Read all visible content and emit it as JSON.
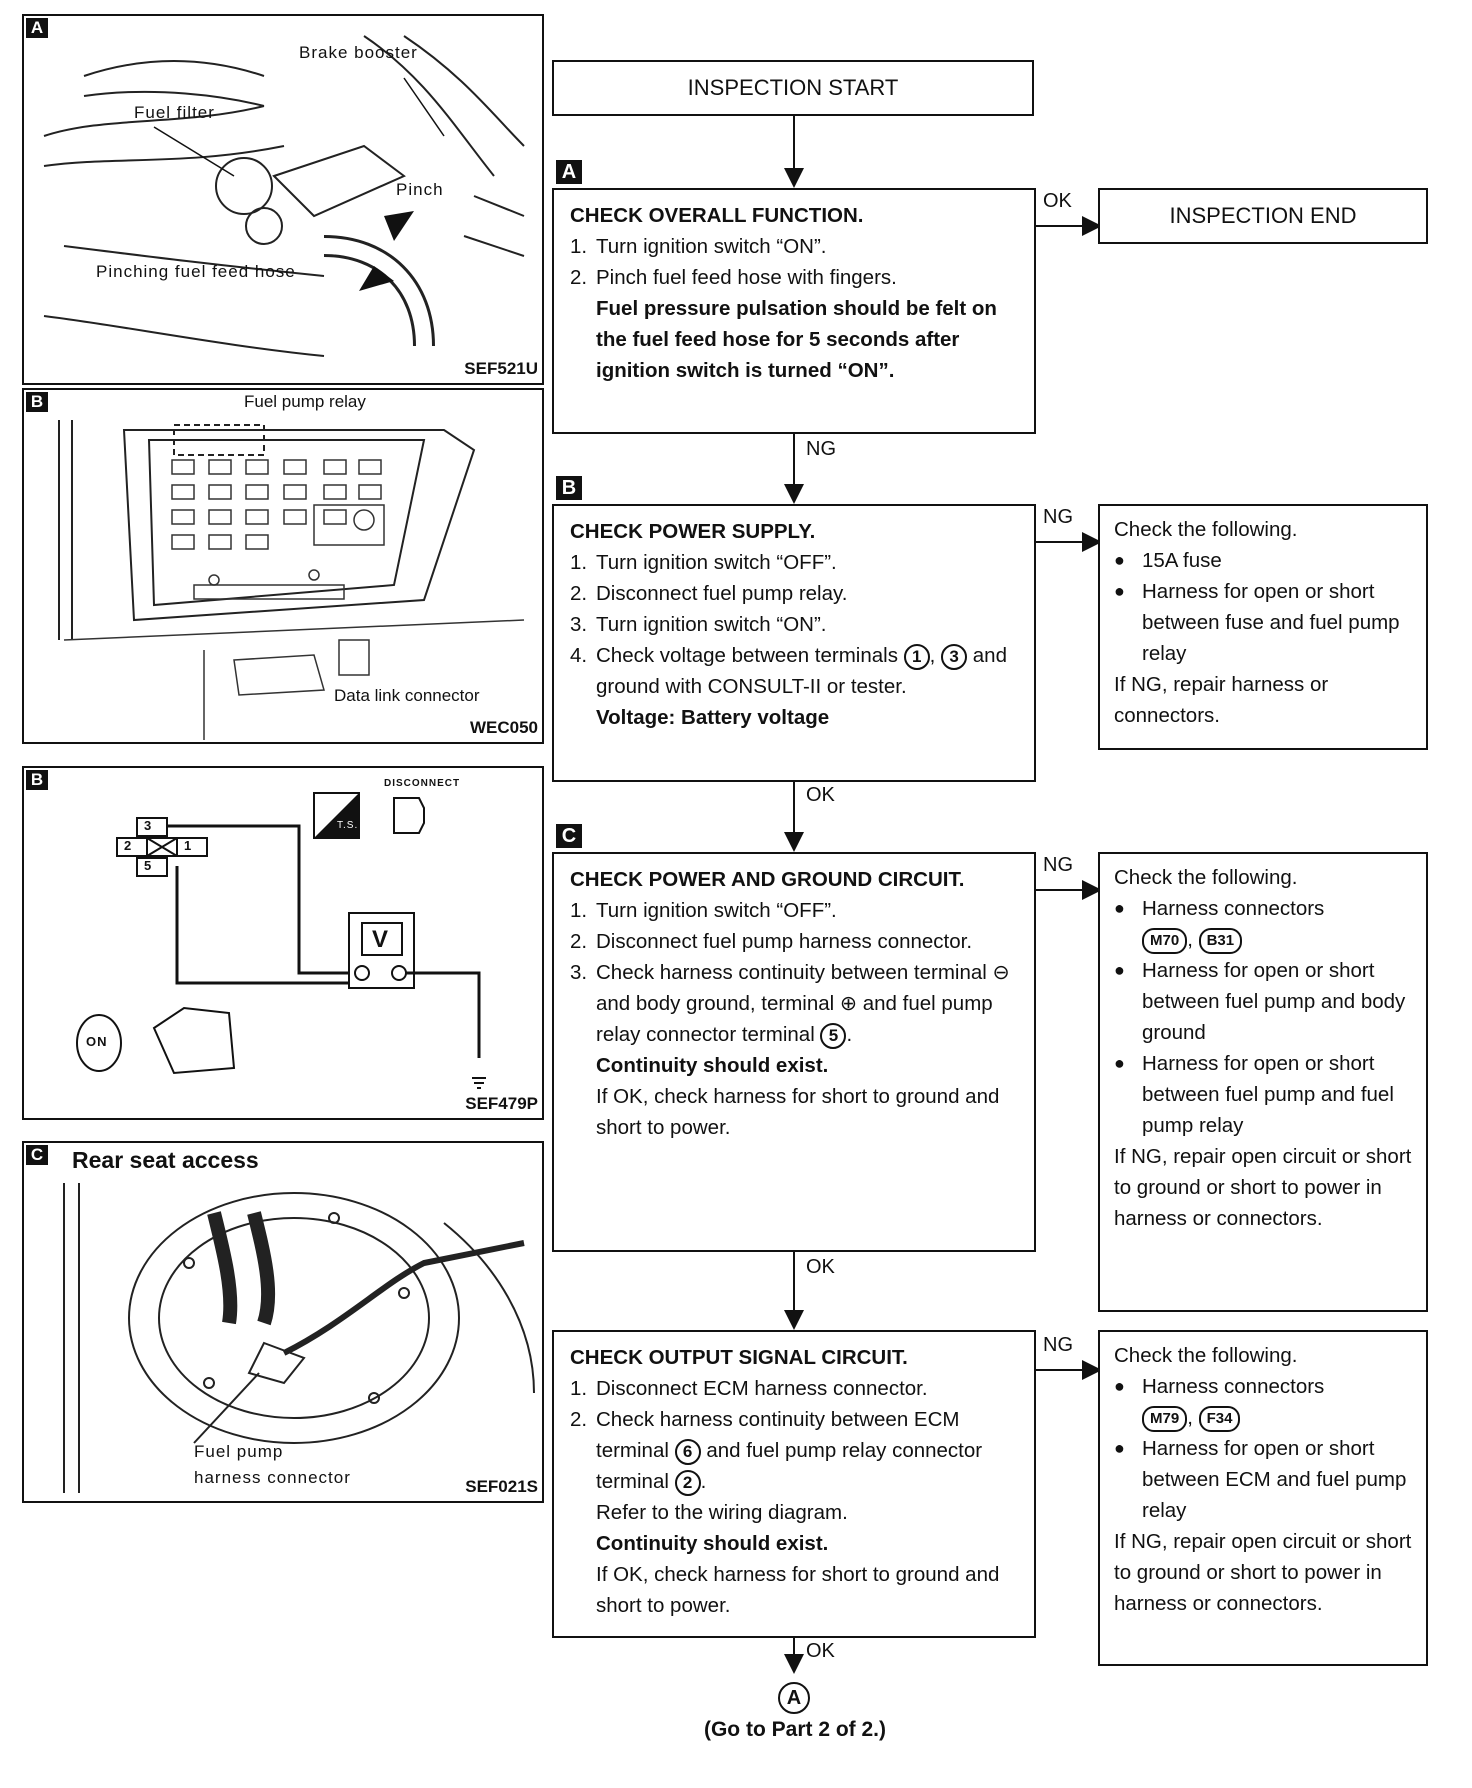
{
  "figures": [
    {
      "badge": "A",
      "labels": {
        "brake_booster": "Brake booster",
        "fuel_filter": "Fuel filter",
        "pinch": "Pinch",
        "pinching": "Pinching fuel feed hose"
      },
      "code": "SEF521U"
    },
    {
      "badge": "B",
      "labels": {
        "relay": "Fuel pump relay",
        "dlc": "Data link connector"
      },
      "code": "WEC050"
    },
    {
      "badge": "B",
      "labels": {
        "t3": "3",
        "t2": "2",
        "t1": "1",
        "t5": "5",
        "meter": "V",
        "disconnect": "DISCONNECT",
        "ts": "T.S.",
        "on": "ON"
      },
      "code": "SEF479P"
    },
    {
      "badge": "C",
      "title": "Rear seat access",
      "labels": {
        "connector": "Fuel pump\nharness connector"
      },
      "code": "SEF021S"
    }
  ],
  "start": "INSPECTION START",
  "end": "INSPECTION END",
  "step_a": {
    "badge": "A",
    "title": "CHECK OVERALL FUNCTION.",
    "s1": "Turn ignition switch “ON”.",
    "s2": "Pinch fuel feed hose with fingers.",
    "bold": "Fuel pressure pulsation should be felt on the fuel feed hose for 5 seconds after ignition switch is turned “ON”."
  },
  "step_b": {
    "badge": "B",
    "title": "CHECK POWER SUPPLY.",
    "s1": "Turn ignition switch “OFF”.",
    "s2": "Disconnect fuel pump relay.",
    "s3": "Turn ignition switch “ON”.",
    "s4a": "Check voltage between terminals",
    "s4b": "and ground with CONSULT-II or tester.",
    "t1": "1",
    "t3": "3",
    "bold": "Voltage: Battery voltage"
  },
  "step_c": {
    "badge": "C",
    "title": "CHECK POWER AND GROUND CIRCUIT.",
    "s1": "Turn ignition switch “OFF”.",
    "s2": "Disconnect fuel pump harness connector.",
    "s3a": "Check harness continuity between terminal ⊖ and body ground, terminal ⊕ and fuel pump relay connector terminal",
    "t5": "5",
    "bold": "Continuity should exist.",
    "note": "If OK, check harness for short to ground and short to power."
  },
  "step_d": {
    "title": "CHECK OUTPUT SIGNAL CIRCUIT.",
    "s1": "Disconnect ECM harness connector.",
    "s2a": "Check harness continuity between ECM terminal",
    "t6": "6",
    "s2b": "and fuel pump relay connector terminal",
    "t2": "2",
    "ref": "Refer to the wiring diagram.",
    "bold": "Continuity should exist.",
    "note": "If OK, check harness for short to ground and short to power."
  },
  "res_b": {
    "head": "Check the following.",
    "i1": "15A fuse",
    "i2": "Harness for open or short between fuse and fuel pump relay",
    "tail": "If NG, repair harness or connectors."
  },
  "res_c": {
    "head": "Check the following.",
    "i1": "Harness connectors",
    "c1": "M70",
    "c2": "B31",
    "i2": "Harness for open or short between fuel pump and body ground",
    "i3": "Harness for open or short between fuel pump and fuel pump relay",
    "tail": "If NG, repair open circuit or short to ground or short to power in harness or connectors."
  },
  "res_d": {
    "head": "Check the following.",
    "i1": "Harness connectors",
    "c1": "M79",
    "c2": "F34",
    "i2": "Harness for open or short between ECM and fuel pump relay",
    "tail": "If NG, repair open circuit or short to ground or short to power in harness or connectors."
  },
  "arrows": {
    "ok": "OK",
    "ng": "NG"
  },
  "goto": {
    "symbol": "A",
    "text": "(Go to Part 2 of 2.)"
  }
}
